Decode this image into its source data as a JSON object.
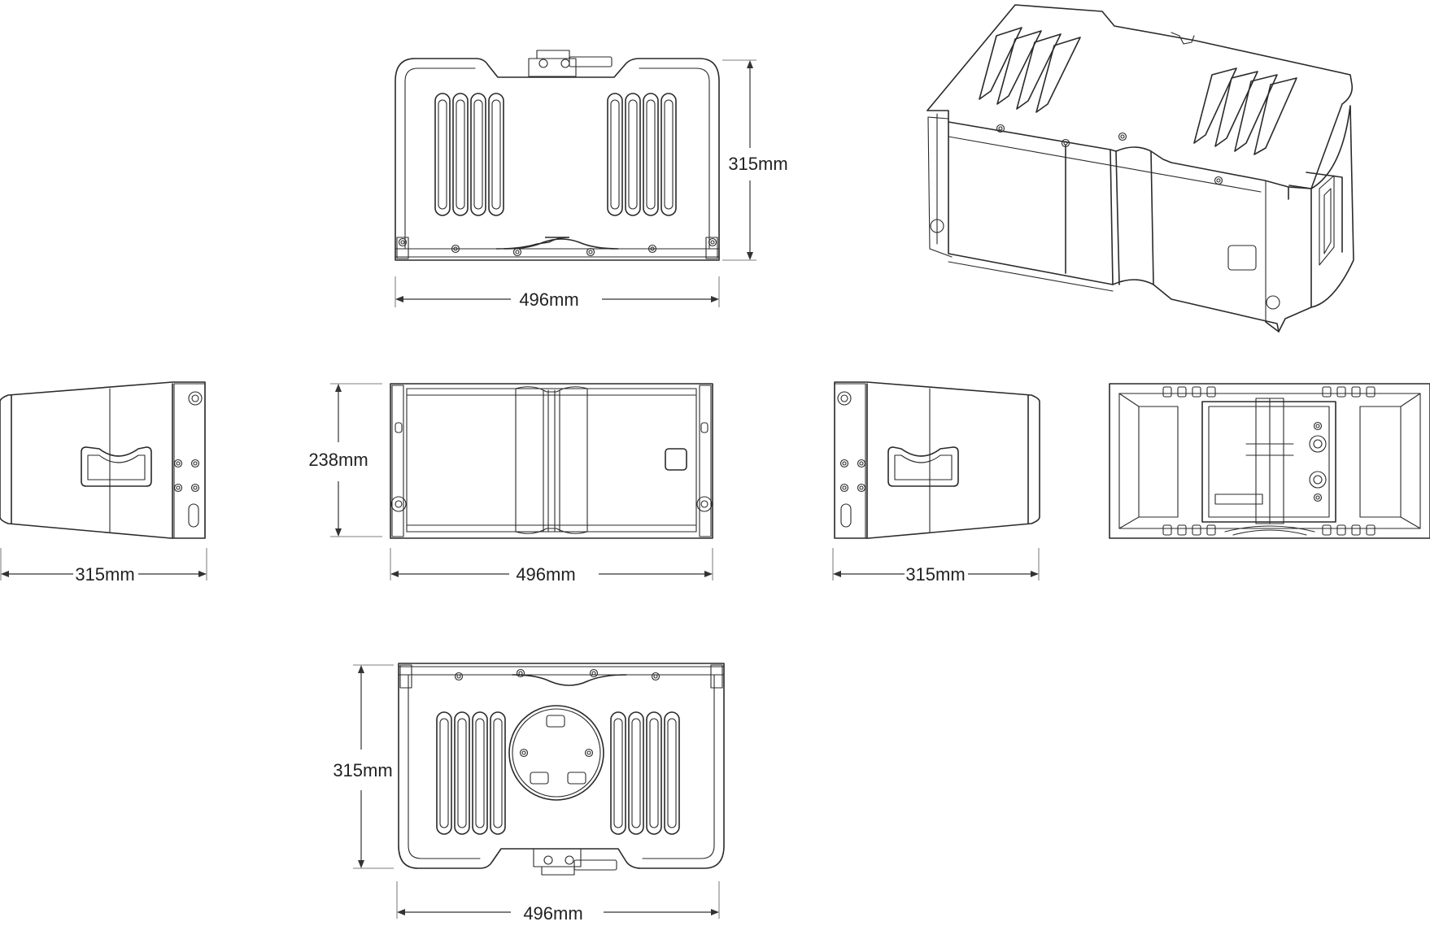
{
  "dimensions": {
    "top_view": {
      "height_label": "315mm",
      "width_label": "496mm"
    },
    "front_view": {
      "height_label": "238mm",
      "width_label": "496mm"
    },
    "left_side_view": {
      "depth_label": "315mm"
    },
    "right_side_view": {
      "depth_label": "315mm"
    },
    "bottom_view": {
      "height_label": "315mm",
      "width_label": "496mm"
    }
  },
  "colors": {
    "line": "#2a2a2a",
    "background": "#ffffff",
    "text": "#222222"
  }
}
